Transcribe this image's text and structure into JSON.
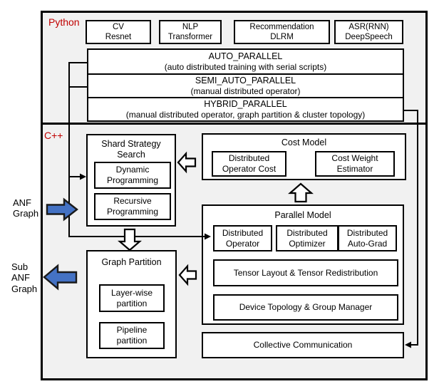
{
  "colors": {
    "section_label_red": "#c00000",
    "flow_arrow_blue": "#4472c4",
    "section_background": "#f1f1f1",
    "border_black": "#000000"
  },
  "python_section": {
    "label": "Python",
    "app_boxes": [
      {
        "line1": "CV",
        "line2": "Resnet"
      },
      {
        "line1": "NLP",
        "line2": "Transformer"
      },
      {
        "line1": "Recommendation",
        "line2": "DLRM"
      },
      {
        "line1": "ASR(RNN)",
        "line2": "DeepSpeech"
      }
    ],
    "parallel_modes": [
      {
        "name": "AUTO_PARALLEL",
        "desc": "(auto distributed training with serial scripts)"
      },
      {
        "name": "SEMI_AUTO_PARALLEL",
        "desc": "(manual distributed operator)"
      },
      {
        "name": "HYBRID_PARALLEL",
        "desc": "(manual distributed operator, graph partition & cluster topology)"
      }
    ]
  },
  "cpp_section": {
    "label": "C++",
    "shard_strategy_search": {
      "title": "Shard Strategy Search",
      "items": [
        "Dynamic Programming",
        "Recursive Programming"
      ]
    },
    "cost_model": {
      "title": "Cost Model",
      "items": [
        "Distributed Operator Cost",
        "Cost Weight Estimator"
      ]
    },
    "parallel_model": {
      "title": "Parallel Model",
      "row_items": [
        "Distributed Operator",
        "Distributed Optimizer",
        "Distributed Auto-Grad"
      ],
      "wide_items": [
        "Tensor Layout & Tensor Redistribution",
        "Device Topology & Group Manager"
      ]
    },
    "graph_partition": {
      "title": "Graph Partition",
      "items": [
        "Layer-wise partition",
        "Pipeline partition"
      ]
    },
    "collective_communication": "Collective Communication"
  },
  "io_labels": {
    "input": "ANF\nGraph",
    "output": "Sub\nANF\nGraph"
  }
}
